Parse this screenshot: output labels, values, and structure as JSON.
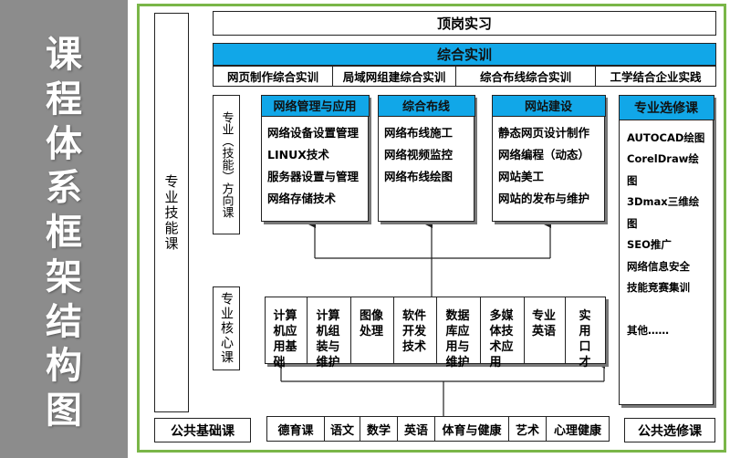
{
  "title_chars": [
    "课",
    "程",
    "体",
    "系",
    "框",
    "架",
    "结",
    "构",
    "图"
  ],
  "categories": {
    "professional_skills": "专业技能课",
    "direction": "专业（技能）方向课",
    "core": "专业核心课",
    "public_basic": "公共基础课",
    "public_elective": "公共选修课"
  },
  "internship": "顶岗实习",
  "comprehensive": {
    "title": "综合实训",
    "items": [
      "网页制作综合实训",
      "局域网组建综合实训",
      "综合布线综合实训",
      "工学结合企业实践"
    ]
  },
  "directions": [
    {
      "title": "网络管理与应用",
      "items": [
        "网络设备设置管理",
        "LINUX技术",
        "服务器设置与管理",
        "网络存储技术"
      ]
    },
    {
      "title": "综合布线",
      "items": [
        "网络布线施工",
        "网络视频监控",
        "网络布线绘图"
      ]
    },
    {
      "title": "网站建设",
      "items": [
        "静态网页设计制作",
        "网络编程（动态）",
        "网站美工",
        "网站的发布与维护"
      ]
    }
  ],
  "electives": {
    "title": "专业选修课",
    "items": [
      "AUTOCAD绘图",
      "CorelDraw绘图",
      "3Dmax三维绘图",
      "SEO推广",
      "网络信息安全",
      "技能竞赛集训",
      "",
      "其他……"
    ]
  },
  "core_courses": [
    "计算机应用基础",
    "计算机组装与维护",
    "图像处理",
    "软件开发技术",
    "数据库应用与维护",
    "多媒体技术应用",
    "专业英语",
    "实用口才"
  ],
  "basic_courses": [
    "德育课",
    "语文",
    "数学",
    "英语",
    "体育与健康",
    "艺术",
    "心理健康"
  ]
}
